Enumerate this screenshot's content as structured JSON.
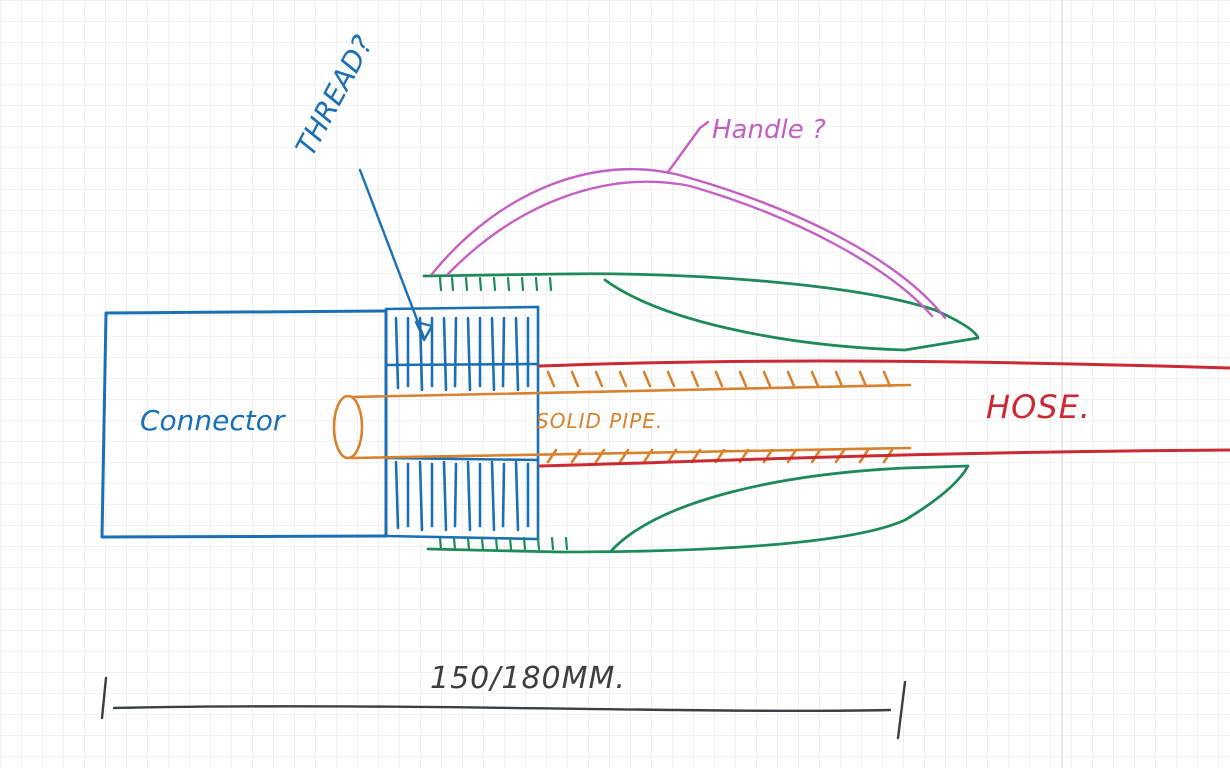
{
  "labels": {
    "thread": "THREAD?",
    "handle": "Handle ?",
    "connector": "Connector",
    "solid_pipe": "SOLID PIPE.",
    "hose": "HOSE.",
    "dimension": "150/180MM."
  },
  "colors": {
    "paper": "#ffffff",
    "grid": "#dcdcdc",
    "blue": "#1a6fb5",
    "green": "#1e8a5a",
    "orange": "#d8812e",
    "red": "#cc2a33",
    "magenta": "#c45fc4",
    "ink": "#3a3f44"
  }
}
